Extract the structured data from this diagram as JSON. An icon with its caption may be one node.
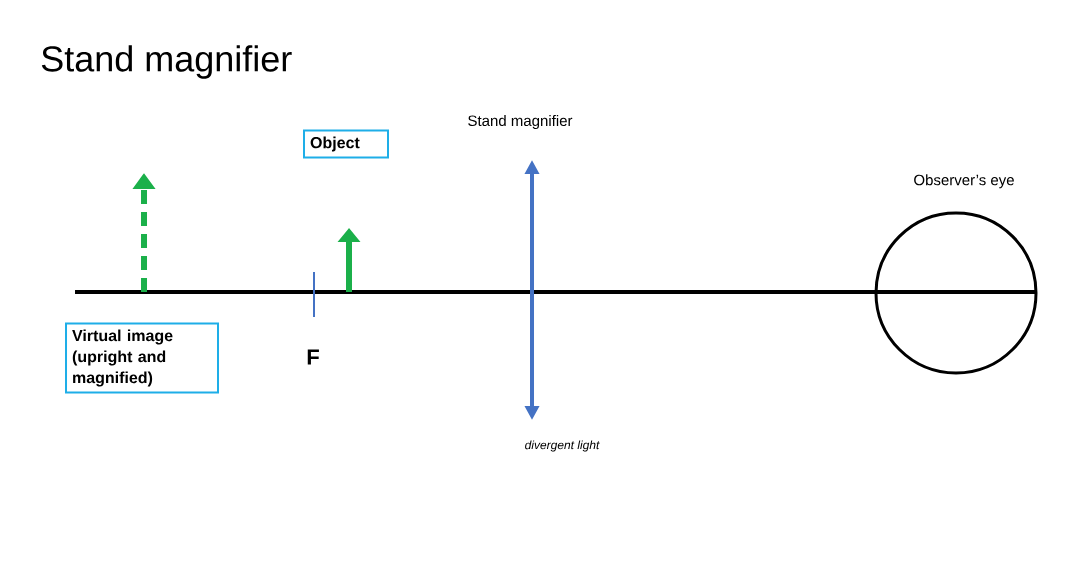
{
  "diagram": {
    "title": "Stand magnifier",
    "nodes": [
      {
        "text": [
          "Object"
        ]
      },
      {
        "text": [
          "Virtual image (upright and magnified)"
        ]
      },
      {
        "text": [],
        "shape": "circle",
        "beside": [
          "Observer’s eye"
        ]
      }
    ],
    "labels": [
      "Stand magnifier",
      "F",
      "divergent light"
    ]
  }
}
